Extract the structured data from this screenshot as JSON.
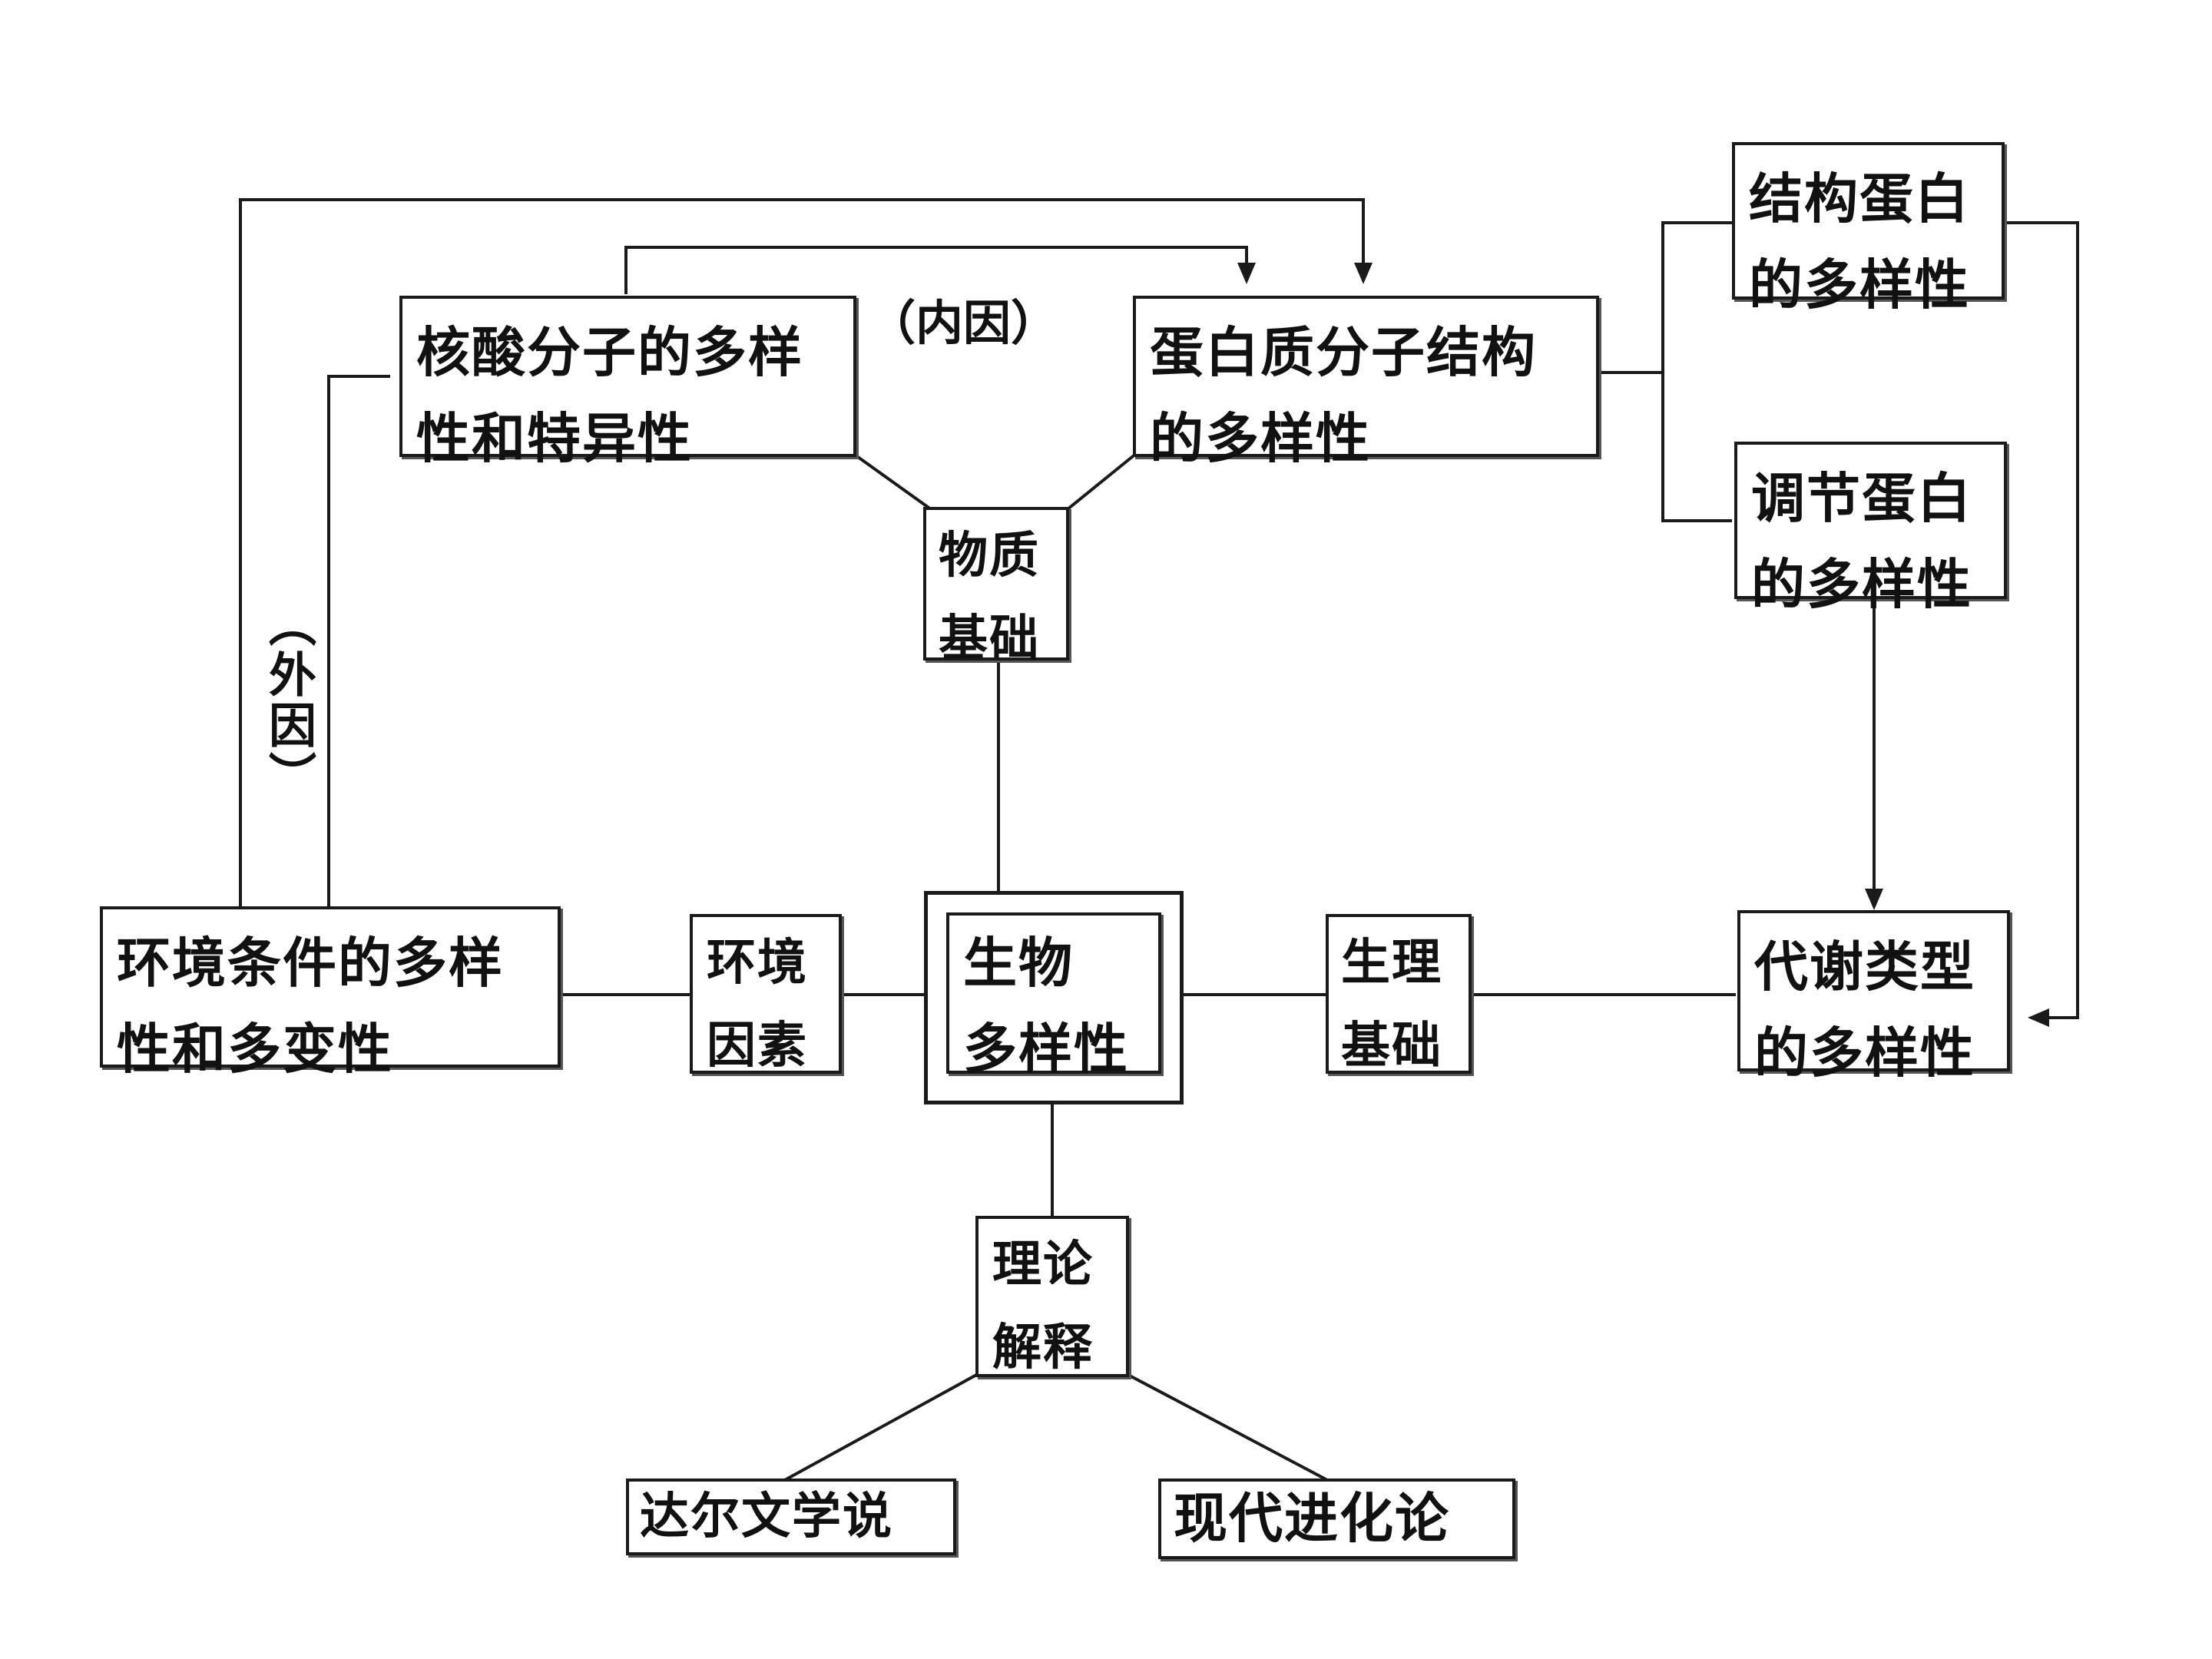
{
  "nodes": {
    "nucleic": [
      "核酸分子的多样",
      "性和特异性"
    ],
    "protein": [
      "蛋白质分子结构",
      "的多样性"
    ],
    "structural": [
      "结构蛋白",
      "的多样性"
    ],
    "regulatory": [
      "调节蛋白",
      "的多样性"
    ],
    "material": [
      "物质",
      "基础"
    ],
    "environment": [
      "环境条件的多样",
      "性和多变性"
    ],
    "env_factor": [
      "环境",
      "因素"
    ],
    "biodiversity": [
      "生物",
      "多样性"
    ],
    "physiology": [
      "生理",
      "基础"
    ],
    "metabolism": [
      "代谢类型",
      "的多样性"
    ],
    "theory": [
      "理论",
      "解释"
    ],
    "darwin": "达尔文学说",
    "modern": "现代进化论"
  },
  "labels": {
    "internal": "（内因）",
    "external": "（外因）"
  }
}
